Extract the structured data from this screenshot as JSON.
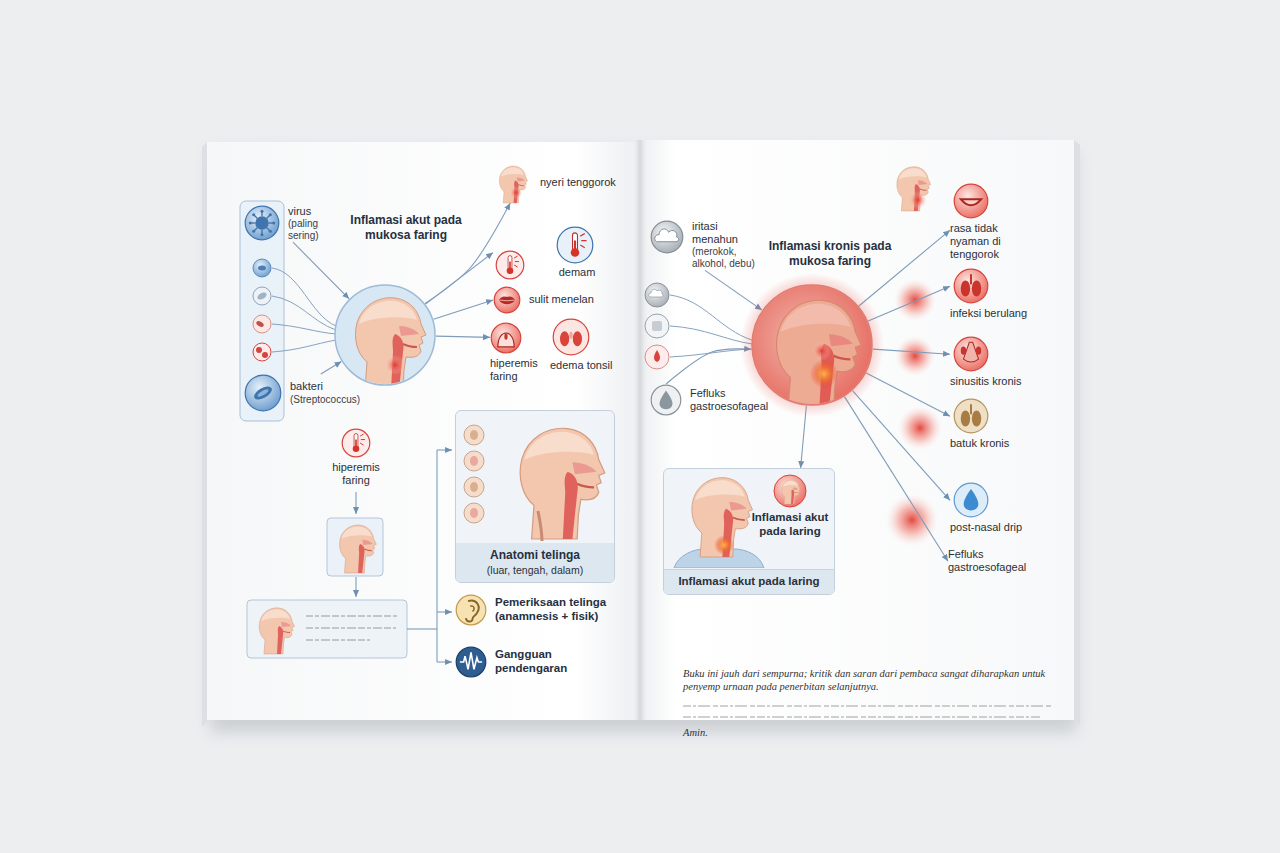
{
  "diagram": {
    "nodes": [
      {
        "text": [
          "virus",
          "(paling sering)"
        ]
      },
      {
        "text": [
          "bakteri",
          "(Streptococcus)"
        ]
      },
      {
        "text": [
          "Inflamasi akut pada mukosa faring"
        ]
      },
      {
        "text": [
          "nyeri tenggorok"
        ]
      },
      {
        "text": [
          "demam"
        ]
      },
      {
        "text": [
          "sulit menelan"
        ]
      },
      {
        "text": [
          "hiperemis faring"
        ]
      },
      {
        "text": [
          "edema tonsil"
        ]
      },
      {
        "text": [
          "hiperemis faring"
        ]
      },
      {
        "text": [
          "Anatomi telinga",
          "(luar, tengah, dalam)"
        ]
      },
      {
        "text": [
          "Pemeriksaan telinga (anamnesis + fisik)"
        ]
      },
      {
        "text": [
          "Gangguan pendengaran"
        ]
      },
      {
        "text": [
          "iritasi menahun",
          "(merokok, alkohol, debu)"
        ]
      },
      {
        "text": [
          "Fefluks gastroesofageal"
        ]
      },
      {
        "text": [
          "Inflamasi kronis pada mukosa faring"
        ]
      },
      {
        "text": [
          "Inflamasi akut pada laring",
          "Inflamasi akut pada laring"
        ]
      },
      {
        "text": [
          "rasa tidak nyaman di tenggorok"
        ]
      },
      {
        "text": [
          "infeksi berulang"
        ]
      },
      {
        "text": [
          "sinusitis kronis"
        ]
      },
      {
        "text": [
          "batuk kronis"
        ]
      },
      {
        "text": [
          "post-nasal drip"
        ]
      },
      {
        "text": [
          "Fefluks gastroesofageal"
        ]
      }
    ],
    "edges": [
      {
        "from": 0,
        "to": 2,
        "arrow": "to"
      },
      {
        "from": 1,
        "to": 2,
        "arrow": "to"
      },
      {
        "from": 2,
        "to": 3,
        "arrow": "to"
      },
      {
        "from": 2,
        "to": 4,
        "arrow": "to"
      },
      {
        "from": 2,
        "to": 5,
        "arrow": "to"
      },
      {
        "from": 2,
        "to": 6,
        "arrow": "to"
      },
      {
        "from": 12,
        "to": 14,
        "arrow": "to"
      },
      {
        "from": 13,
        "to": 14,
        "arrow": "to"
      },
      {
        "from": 14,
        "to": 15,
        "arrow": "to"
      },
      {
        "from": 14,
        "to": 16,
        "arrow": "to"
      },
      {
        "from": 14,
        "to": 17,
        "arrow": "to"
      },
      {
        "from": 14,
        "to": 18,
        "arrow": "to"
      },
      {
        "from": 14,
        "to": 19,
        "arrow": "to"
      },
      {
        "from": 14,
        "to": 20,
        "arrow": "to"
      },
      {
        "from": 14,
        "to": 21,
        "arrow": "to"
      }
    ],
    "labels": [
      "Buku ini jauh dari sempurna; kritik dan saran dari pembaca sangat diharapkan untuk penyemp urnaan pada penerbitan selanjutnya.",
      "Amin."
    ]
  }
}
